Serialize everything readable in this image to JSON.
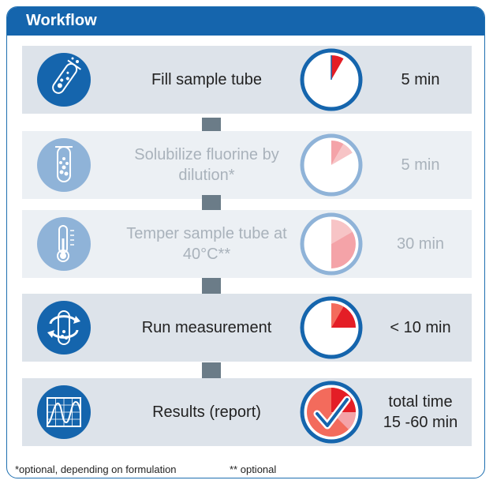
{
  "title": "Workflow",
  "steps": [
    {
      "label": "Fill sample tube",
      "time": "5 min",
      "icon": "test-tube-icon",
      "faded": false,
      "time_fraction": 0.083
    },
    {
      "label": "Solubilize fluorine by dilution*",
      "time": "5 min",
      "icon": "test-tube-icon",
      "faded": true,
      "time_fraction": 0.083
    },
    {
      "label": "Temper sample tube at 40°C**",
      "time": "30 min",
      "icon": "thermometer-icon",
      "faded": true,
      "time_fraction": 0.5
    },
    {
      "label": "Run measurement",
      "time": "< 10 min",
      "icon": "measurement-cycle-icon",
      "faded": false,
      "time_fraction": 0.167
    },
    {
      "label": "Results (report)",
      "time_line1": "total time",
      "time_line2": "15 -60 min",
      "icon": "chart-report-icon",
      "faded": false,
      "time_fraction": 1.0
    }
  ],
  "footnotes": {
    "optional_formulation": "*optional, depending on formulation",
    "optional": "** optional"
  },
  "colors": {
    "brand_blue": "#1565ad",
    "clock_red": "#e41e26",
    "clock_light_red": "#f4a3a8",
    "arrow_gray": "#6b7c88",
    "step_bg": "#dde3ea",
    "step_bg_faded": "#ecf0f4"
  }
}
